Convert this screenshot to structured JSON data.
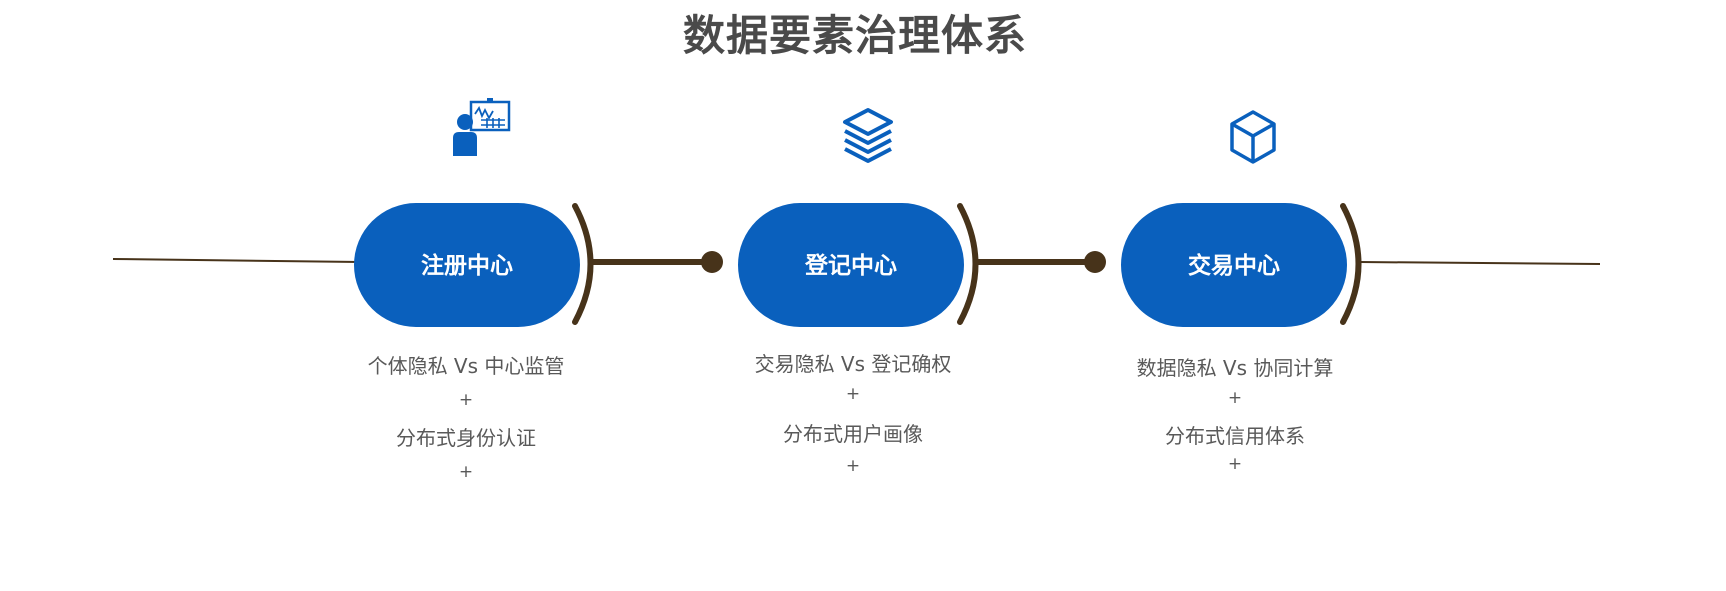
{
  "title": "数据要素治理体系",
  "colors": {
    "accent": "#0a60bd",
    "connector": "#47331a",
    "text": "#595959",
    "title": "#4a4a4a"
  },
  "stages": [
    {
      "label": "注册中心",
      "icon": "presenter-chart-icon",
      "lines": [
        "个体隐私 Vs 中心监管",
        "+",
        "分布式身份认证",
        "+"
      ]
    },
    {
      "label": "登记中心",
      "icon": "layers-stack-icon",
      "lines": [
        "交易隐私 Vs 登记确权",
        "+",
        "分布式用户画像",
        "+"
      ]
    },
    {
      "label": "交易中心",
      "icon": "cube-icon",
      "lines": [
        "数据隐私 Vs 协同计算",
        "+",
        "分布式信用体系",
        "+"
      ]
    }
  ]
}
